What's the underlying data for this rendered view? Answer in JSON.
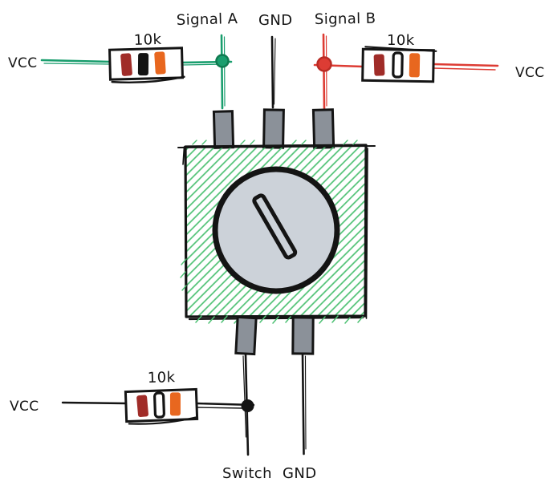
{
  "labels": {
    "signal_a": "Signal A",
    "gnd_top": "GND",
    "signal_b": "Signal B",
    "vcc_left": "VCC",
    "vcc_right": "VCC",
    "vcc_bottom": "VCC",
    "r1_value": "10k",
    "r2_value": "10k",
    "r3_value": "10k",
    "switch": "Switch",
    "gnd_bottom": "GND"
  },
  "colors": {
    "background": "#ffffff",
    "ink": "#141414",
    "wire_green": "#1a9e6e",
    "wire_green_dark": "#0f7a50",
    "wire_red": "#dd3c34",
    "wire_red_dark": "#b92b24",
    "hatch_green": "#4ec174",
    "pin_gray": "#8b9199",
    "knob_gray": "#ccd2d9",
    "resistor_body": "#ffffff",
    "band_brown": "#a02c28",
    "band_orange": "#e8671f"
  }
}
